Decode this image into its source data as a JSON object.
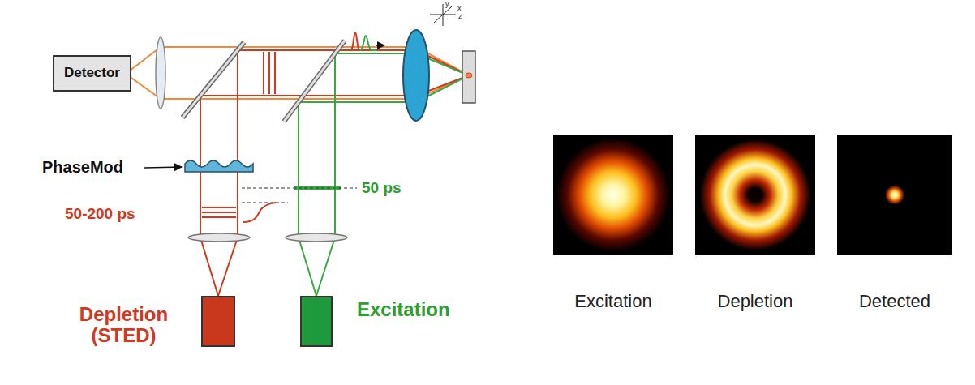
{
  "diagram": {
    "nodes": [
      {
        "text": [
          "Detector"
        ]
      },
      {
        "text": [
          "Depletion (STED)"
        ]
      },
      {
        "text": [
          "Excitation"
        ]
      },
      {
        "text": [
          "Excitation"
        ]
      },
      {
        "text": [
          "Depletion"
        ]
      },
      {
        "text": [
          "Detected"
        ]
      }
    ],
    "labels": [
      "PhaseMod",
      "50-200 ps",
      "50 ps",
      "x",
      "y",
      "z"
    ]
  }
}
